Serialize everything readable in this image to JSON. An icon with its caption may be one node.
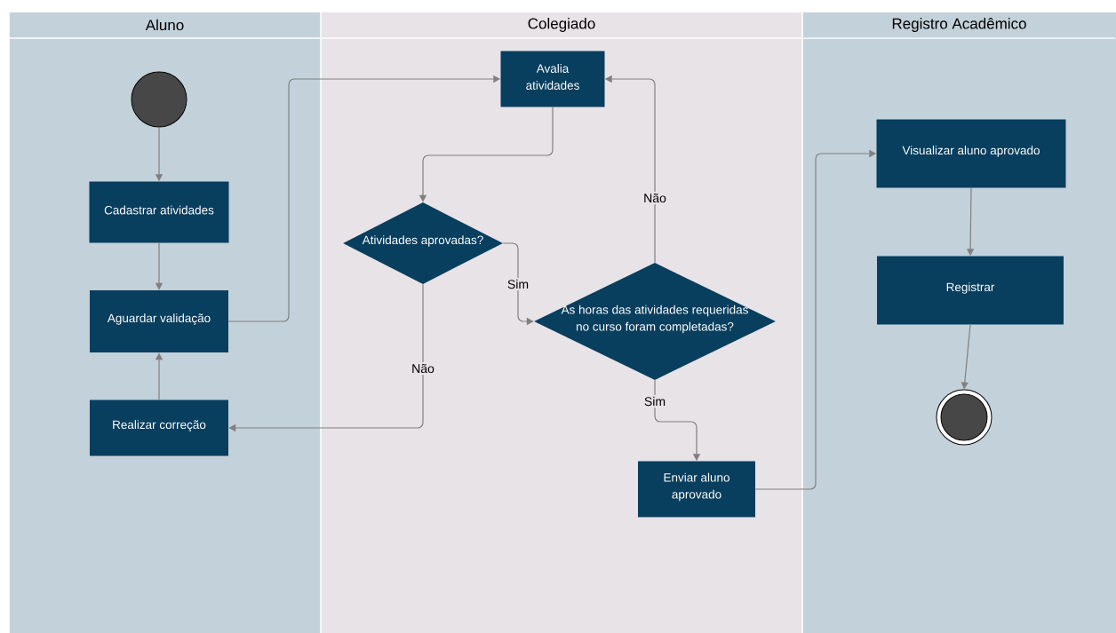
{
  "diagram": {
    "nodes": [
      {
        "text": [
          "Aluno"
        ]
      },
      {
        "text": [
          "Colegiado"
        ]
      },
      {
        "text": [
          "Registro Acadêmico"
        ]
      },
      {
        "text": [],
        "shape": "circle",
        "in": 0
      },
      {
        "text": [
          "Cadastrar atividades"
        ],
        "in": 0
      },
      {
        "text": [
          "Aguardar validação"
        ],
        "in": 0
      },
      {
        "text": [
          "Realizar correção"
        ],
        "in": 0
      },
      {
        "text": [
          "Avalia atividades"
        ],
        "in": 1
      },
      {
        "text": [
          "Atividades aprovadas?"
        ],
        "in": 1
      },
      {
        "text": [
          "As horas das atividades requeridas no curso foram completadas?"
        ],
        "in": 1
      },
      {
        "text": [
          "Enviar aluno aprovado"
        ],
        "in": 1
      },
      {
        "text": [
          "Visualizar aluno aprovado"
        ],
        "in": 2
      },
      {
        "text": [
          "Registrar"
        ],
        "in": 2
      },
      {
        "text": [],
        "shape": "circle",
        "in": 2
      }
    ],
    "edges": [
      {
        "from": 3,
        "to": 4,
        "arrow": "to"
      },
      {
        "from": 4,
        "to": 5,
        "arrow": "to"
      },
      {
        "from": 5,
        "to": 7,
        "arrow": "to"
      },
      {
        "from": 7,
        "to": 8,
        "arrow": "to"
      },
      {
        "from": 8,
        "to": 9,
        "arrow": "to",
        "label": "Sim"
      },
      {
        "from": 8,
        "to": 6,
        "arrow": "to",
        "label": "Não"
      },
      {
        "from": 6,
        "to": 5,
        "arrow": "to"
      },
      {
        "from": 9,
        "to": 7,
        "arrow": "to",
        "label": "Não"
      },
      {
        "from": 9,
        "to": 10,
        "arrow": "to",
        "label": "Sim"
      },
      {
        "from": 10,
        "to": 11,
        "arrow": "to"
      },
      {
        "from": 11,
        "to": 12,
        "arrow": "to"
      },
      {
        "from": 12,
        "to": 13,
        "arrow": "to"
      }
    ]
  }
}
